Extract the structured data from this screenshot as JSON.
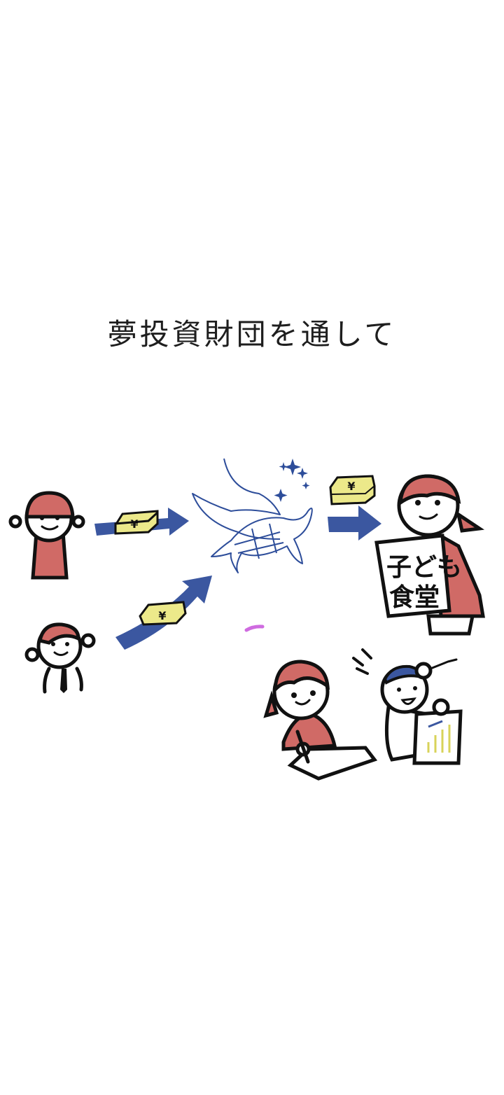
{
  "title": "夢投資財団を通して",
  "illustration": {
    "money_labels": [
      "¥",
      "¥",
      "¥"
    ],
    "sign_line1": "子ども",
    "sign_line2": "食堂"
  },
  "colors": {
    "accent_blue": "#3b57a0",
    "hair_red": "#d06a66",
    "cash_yellow": "#ece98a"
  }
}
